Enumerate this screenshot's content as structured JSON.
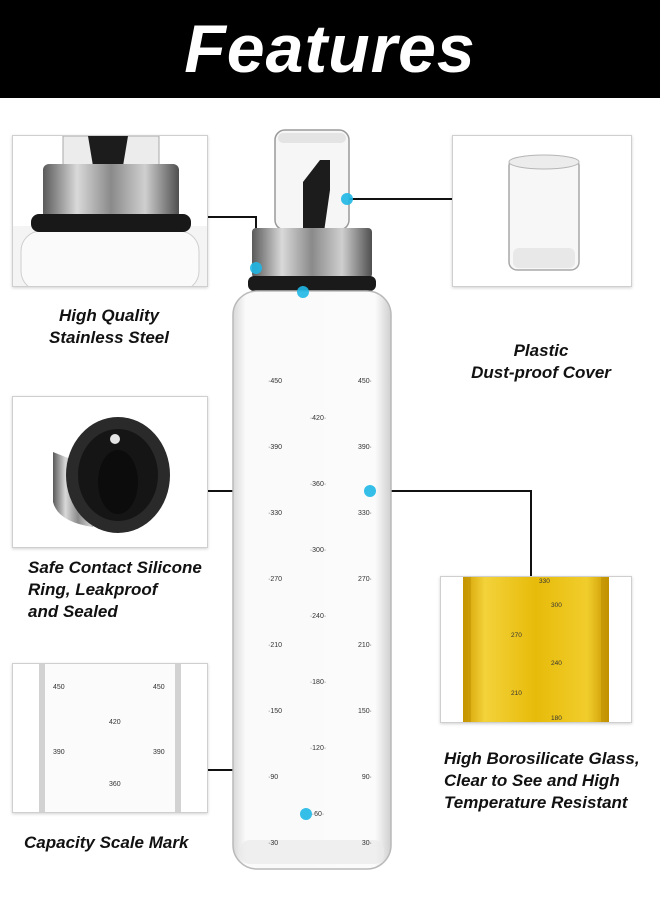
{
  "header": {
    "title": "Features"
  },
  "features": {
    "steel": {
      "lines": [
        "High Quality",
        "Stainless Steel"
      ]
    },
    "cover": {
      "lines": [
        "Plastic",
        "Dust-proof Cover"
      ]
    },
    "ring": {
      "lines": [
        "Safe Contact Silicone",
        "Ring, Leakproof",
        "and Sealed"
      ]
    },
    "glass": {
      "lines": [
        "High Borosilicate Glass,",
        "Clear to See and High",
        "Temperature Resistant"
      ]
    },
    "scale": {
      "lines": [
        "Capacity Scale Mark"
      ]
    }
  },
  "bottle_scale": {
    "left": [
      "450",
      "390",
      "330",
      "270",
      "210",
      "150",
      "90",
      "30"
    ],
    "center": [
      "420",
      "360",
      "300",
      "240",
      "180",
      "120",
      "60"
    ],
    "right": [
      "450",
      "390",
      "330",
      "270",
      "210",
      "150",
      "90",
      "30"
    ]
  },
  "scale_inset": {
    "left": [
      "450",
      "390"
    ],
    "center": [
      "420",
      "360"
    ],
    "right": [
      "450",
      "390"
    ]
  },
  "glass_inset": {
    "left": [
      "270",
      "210"
    ],
    "center": [
      "300",
      "240",
      "180"
    ],
    "top": "330"
  },
  "colors": {
    "accent_dot": "#1fb8e6",
    "oil": "#e6b90a",
    "banner": "#000000"
  }
}
